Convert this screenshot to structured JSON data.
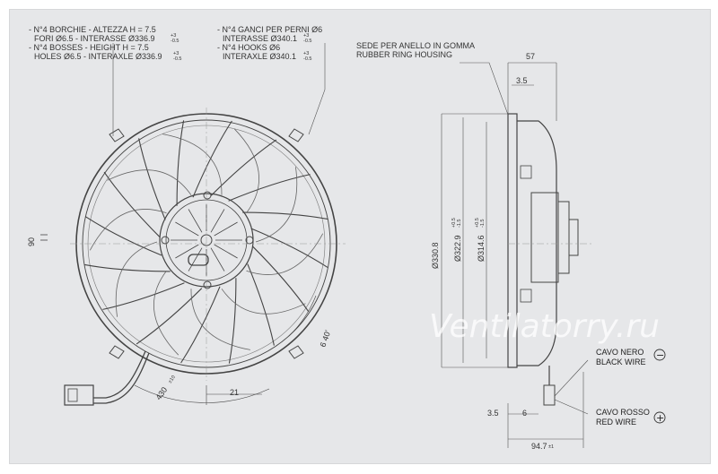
{
  "annotations": {
    "bosses_it_line1": "- N°4 BORCHIE - ALTEZZA H = 7.5",
    "bosses_it_line2": "FORI Ø6.5 - INTERASSE Ø336.9",
    "bosses_it_tol_up": "+3",
    "bosses_it_tol_low": "-0.5",
    "bosses_en_line1": "- N°4 BOSSES - HEIGHT H = 7.5",
    "bosses_en_line2": "HOLES Ø6.5 - INTERAXLE Ø336.9",
    "bosses_en_tol_up": "+3",
    "bosses_en_tol_low": "-0.5",
    "hooks_it_line1": "- N°4 GANCI PER PERNI Ø6",
    "hooks_it_line2": "INTERASSE Ø340.1",
    "hooks_it_tol_up": "+3",
    "hooks_it_tol_low": "-0.5",
    "hooks_en_line1": "- N°4 HOOKS Ø6",
    "hooks_en_line2": "INTERAXLE Ø340.1",
    "hooks_en_tol_up": "+3",
    "hooks_en_tol_low": "-0.5",
    "ring_it": "SEDE PER ANELLO IN GOMMA",
    "ring_en": "RUBBER RING HOUSING"
  },
  "dimensions": {
    "depth_57": "57",
    "offset_3_5_top": "3.5",
    "dia_330_8": "Ø330.8",
    "dia_322_9": "Ø322.9",
    "dia_322_9_tol_up": "+0.5",
    "dia_322_9_tol_low": "-1.5",
    "dia_314_6": "Ø314.6",
    "dia_314_6_tol_up": "+0.5",
    "dia_314_6_tol_low": "-1.5",
    "angle_90": "90",
    "angle_6_40": "6 40'",
    "wire_430": "430",
    "wire_430_tol": "±10",
    "angle_21": "21",
    "offset_3_5_bottom": "3.5",
    "offset_6": "6",
    "total_94_7": "94.7",
    "total_94_7_tol": "±1"
  },
  "wires": {
    "black_it": "CAVO NERO",
    "black_en": "BLACK WIRE",
    "black_symbol": "−",
    "red_it": "CAVO ROSSO",
    "red_en": "RED WIRE",
    "red_symbol": "+"
  },
  "watermark": "Ventilatorry.ru"
}
